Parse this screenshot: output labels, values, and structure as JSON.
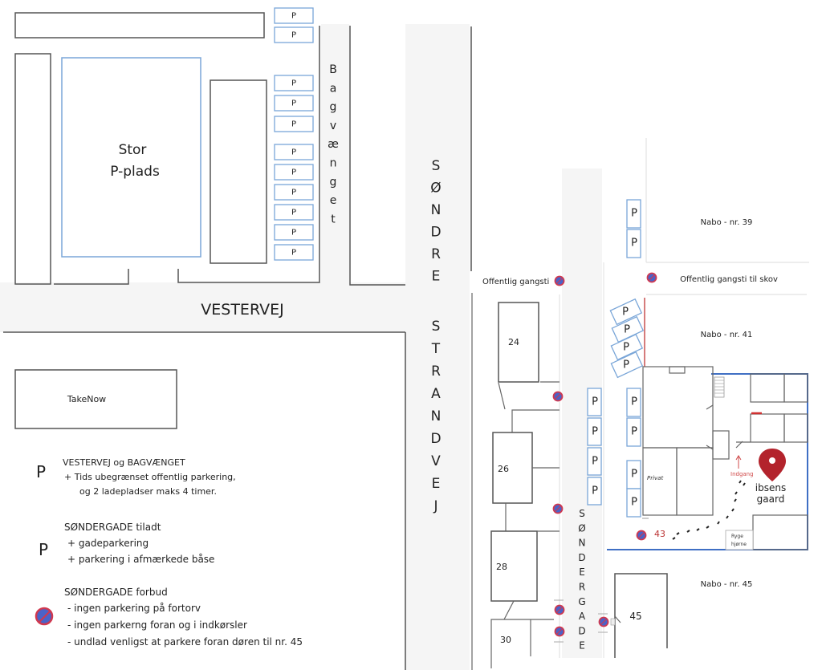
{
  "map": {
    "lot_label_line1": "Stor",
    "lot_label_line2": "P-plads",
    "parking_symbol": "P",
    "streets": {
      "vestervej": "VESTERVEJ",
      "bagvaenget": [
        "B",
        "a",
        "g",
        "v",
        "æ",
        "n",
        "g",
        "e",
        "t"
      ],
      "sondre_strandvej_part1": [
        "S",
        "Ø",
        "N",
        "D",
        "R",
        "E"
      ],
      "sondre_strandvej_part2": [
        "S",
        "T",
        "R",
        "A",
        "N",
        "D",
        "V",
        "E",
        "J"
      ],
      "sondergade": [
        "S",
        "Ø",
        "N",
        "D",
        "E",
        "R",
        "G",
        "A",
        "D",
        "E"
      ]
    },
    "places": {
      "takenow": "TakeNow",
      "offentlig_gangsti": "Offentlig gangsti",
      "offentlig_gangsti_skov": "Offentlig gangsti til skov",
      "nabo_39": "Nabo - nr. 39",
      "nabo_41": "Nabo - nr. 41",
      "nabo_45": "Nabo -  nr. 45",
      "house_24": "24",
      "house_26": "26",
      "house_28": "28",
      "house_30": "30",
      "house_43": "43",
      "house_45": "45",
      "privat": "Privat",
      "indgang": "Indgang",
      "ibsens_line1": "ibsens",
      "ibsens_line2": "gaard",
      "ryge_line1": "Ryge",
      "ryge_line2": "hjørne"
    },
    "colors": {
      "parking_border": "#7aa6d8",
      "no_parking_ring": "#d0384f",
      "no_parking_fill": "#4a63c8",
      "property_border": "#3f6fc4",
      "marker": "#b3232c",
      "indgang": "#d04a4a"
    }
  },
  "legend": {
    "items": [
      {
        "icon": "P",
        "title": "VESTERVEJ og BAGVÆNGET",
        "lines": [
          "+ Tids ubegrænset offentlig parkering,",
          "og 2 ladepladser maks 4 timer."
        ]
      },
      {
        "icon": "P",
        "title": "SØNDERGADE tiladt",
        "lines": [
          "+ gadeparkering",
          "+ parkering i afmærkede båse"
        ]
      },
      {
        "icon": "no-parking-icon",
        "title": "SØNDERGADE forbud",
        "lines": [
          "- ingen parkering på fortorv",
          "- ingen parkerng foran og i indkørsler",
          "- undlad venligst at parkere foran døren til nr. 45"
        ]
      }
    ]
  }
}
